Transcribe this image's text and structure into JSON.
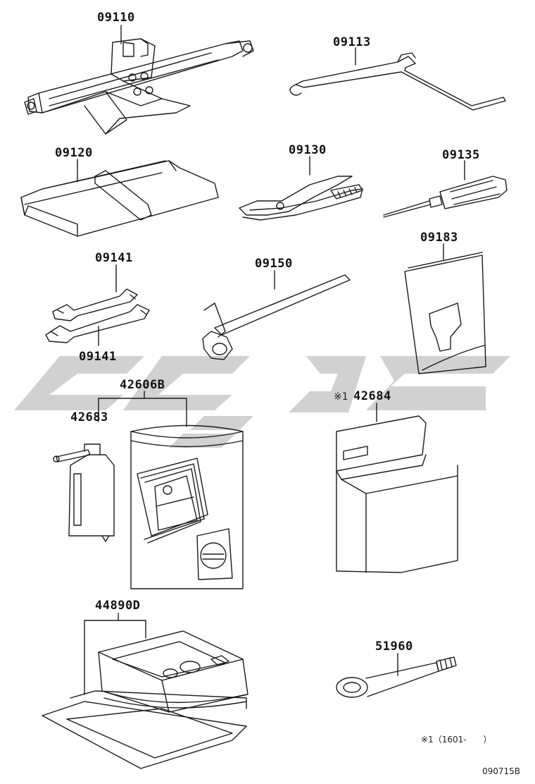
{
  "labels": {
    "p09110": "09110",
    "p09113": "09113",
    "p09120": "09120",
    "p09130": "09130",
    "p09135": "09135",
    "p09141a": "09141",
    "p09141b": "09141",
    "p09150": "09150",
    "p09183": "09183",
    "p42606b": "42606B",
    "p42683": "42683",
    "p42684_mark": "※1",
    "p42684": "42684",
    "p44890d": "44890D",
    "p51960": "51960"
  },
  "footnote": "※1（1601-　　）",
  "figure_id": "090715B",
  "colors": {
    "line": "#1a1a1a",
    "watermark": "#c8c8c8"
  }
}
